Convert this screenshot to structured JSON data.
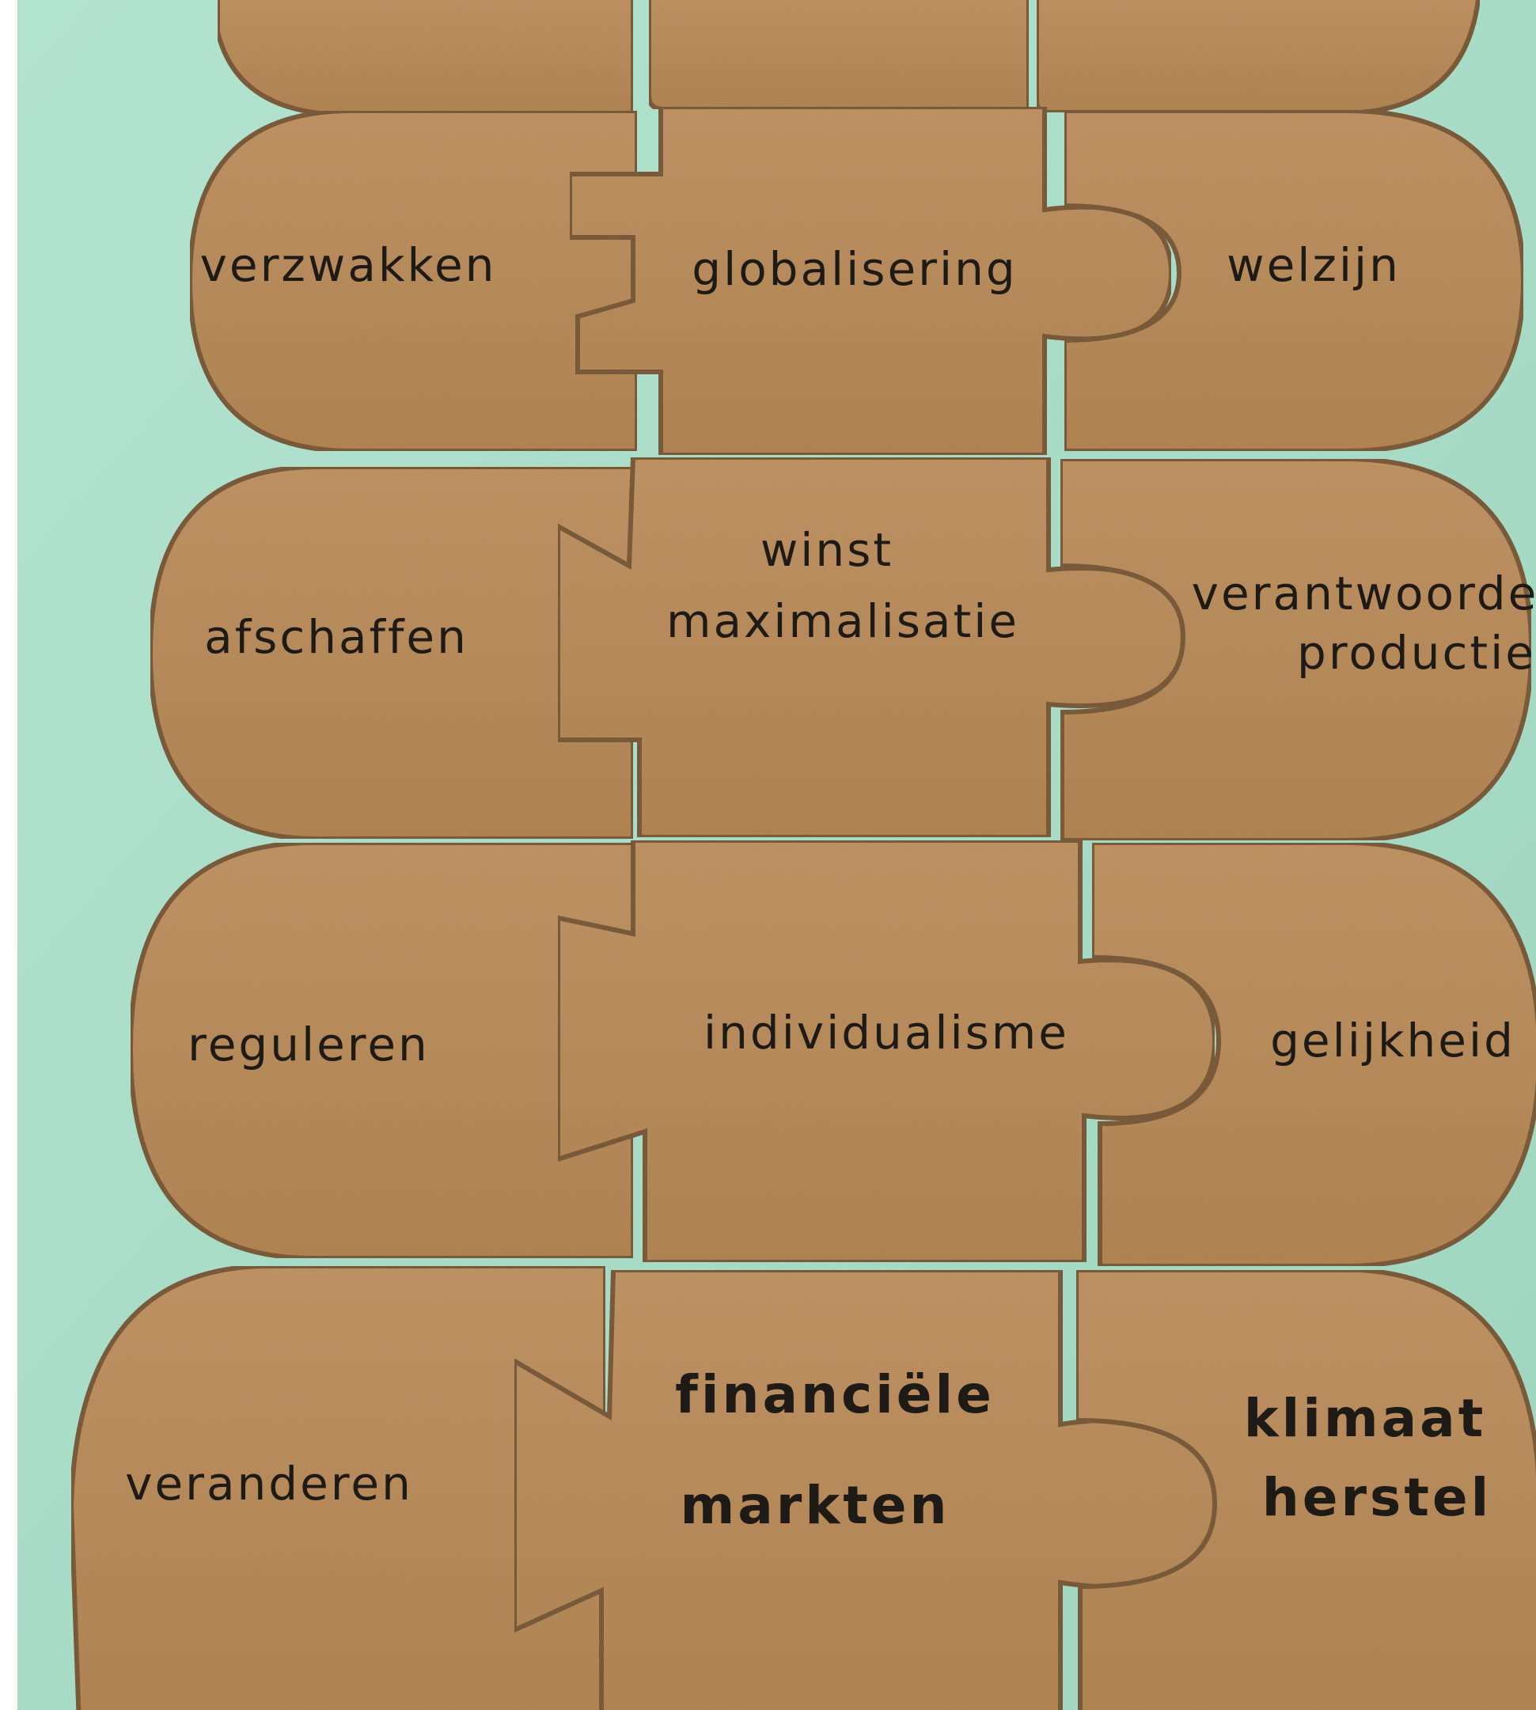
{
  "colors": {
    "background": "#a8dcc6",
    "cardboard": "#b98a5a",
    "cardboard_shadow": "#6e4e2e",
    "ink": "#1e1a16"
  },
  "rows": [
    {
      "left": "verzwakken",
      "center": [
        "globalisering"
      ],
      "right": [
        "welzijn"
      ]
    },
    {
      "left": "afschaffen",
      "center": [
        "winst",
        "maximalisatie"
      ],
      "right": [
        "verantwoorde",
        "productie"
      ]
    },
    {
      "left": "reguleren",
      "center": [
        "individualisme"
      ],
      "right": [
        "gelijkheid"
      ]
    },
    {
      "left": "veranderen",
      "center": [
        "financiële",
        "markten"
      ],
      "right": [
        "klimaat",
        "herstel"
      ]
    }
  ]
}
